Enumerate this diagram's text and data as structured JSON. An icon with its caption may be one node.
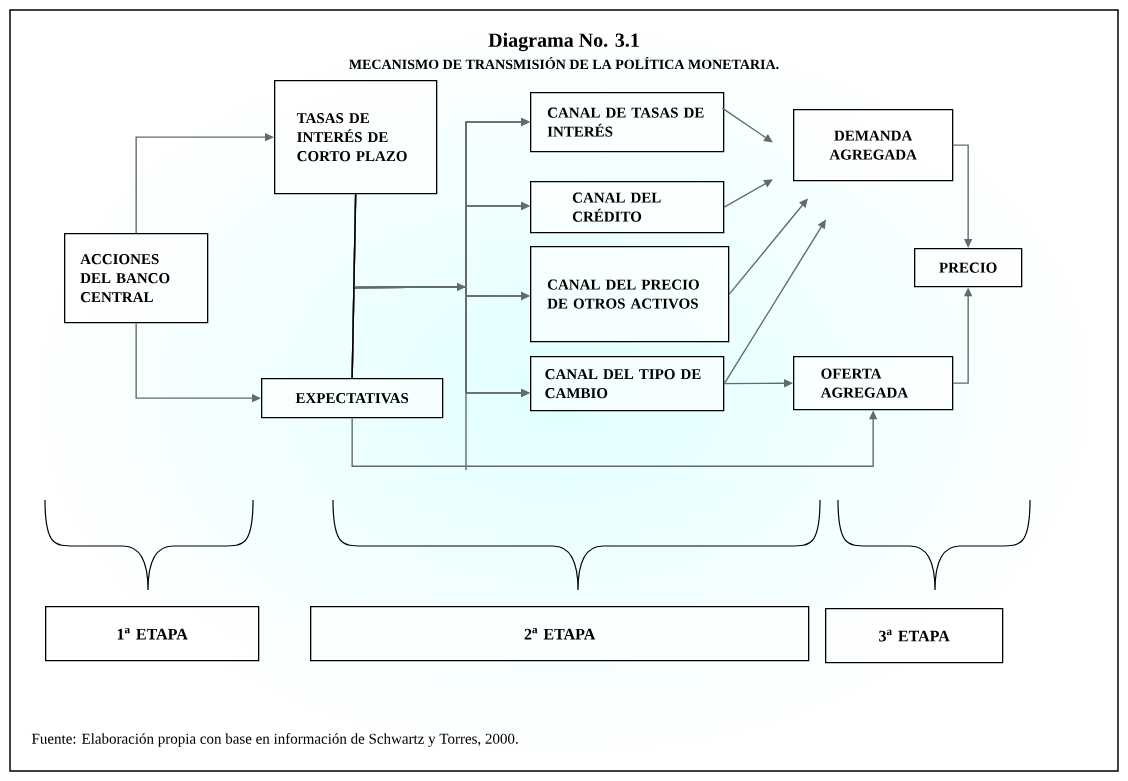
{
  "diagram": {
    "title": "Diagrama No.  3.1",
    "caption": "Fuente: Elaboración propia con base en información de Schwartz y Torres, 2000.",
    "nodes": [
      {
        "text": [
          "ACCIONES DEL BANCO CENTRAL"
        ]
      },
      {
        "text": [
          "TASAS DE INTERÉS DE CORTO PLAZO"
        ]
      },
      {
        "text": [
          "EXPECTATIVAS"
        ]
      },
      {
        "text": [
          "CANAL DE TASAS DE INTERÉS"
        ]
      },
      {
        "text": [
          "CANAL DEL CRÉDITO"
        ]
      },
      {
        "text": [
          "CANAL DEL PRECIO DE OTROS ACTIVOS"
        ]
      },
      {
        "text": [
          "CANAL DEL TIPO DE CAMBIO"
        ]
      },
      {
        "text": [
          "DEMANDA AGREGADA"
        ]
      },
      {
        "text": [
          "PRECIO"
        ]
      },
      {
        "text": [
          "OFERTA AGREGADA"
        ]
      },
      {
        "text": [
          "1$^{a}$ ETAPA"
        ]
      },
      {
        "text": [
          "2$^{a}$ ETAPA"
        ]
      },
      {
        "text": [
          "3$^{a}$ ETAPA"
        ]
      }
    ],
    "edges": [
      {
        "from": 0,
        "to": 1,
        "arrow": "to"
      },
      {
        "from": 0,
        "to": 2,
        "arrow": "to"
      },
      {
        "from": 1,
        "to": 2,
        "arrow": "none",
        "color": "#000000"
      },
      {
        "from": 1,
        "to": 3,
        "arrow": "to"
      },
      {
        "from": 1,
        "to": 4,
        "arrow": "to"
      },
      {
        "from": 1,
        "to": 5,
        "arrow": "to"
      },
      {
        "from": 1,
        "to": 6,
        "arrow": "to"
      },
      {
        "from": 2,
        "to": 3,
        "arrow": "to"
      },
      {
        "from": 2,
        "to": 4,
        "arrow": "to"
      },
      {
        "from": 2,
        "to": 5,
        "arrow": "to"
      },
      {
        "from": 2,
        "to": 6,
        "arrow": "to"
      },
      {
        "from": 2,
        "to": 9,
        "arrow": "to"
      },
      {
        "from": 3,
        "to": 7,
        "arrow": "to"
      },
      {
        "from": 4,
        "to": 7,
        "arrow": "to"
      },
      {
        "from": 5,
        "to": 7,
        "arrow": "to"
      },
      {
        "from": 6,
        "to": 7,
        "arrow": "to"
      },
      {
        "from": 6,
        "to": 9,
        "arrow": "to"
      },
      {
        "from": 7,
        "to": 8,
        "arrow": "to"
      },
      {
        "from": 9,
        "to": 8,
        "arrow": "to"
      }
    ],
    "labels": [
      "MECANISMO DE TRANSMISIÓN DE LA POLÍTICA MONETARIA."
    ]
  }
}
